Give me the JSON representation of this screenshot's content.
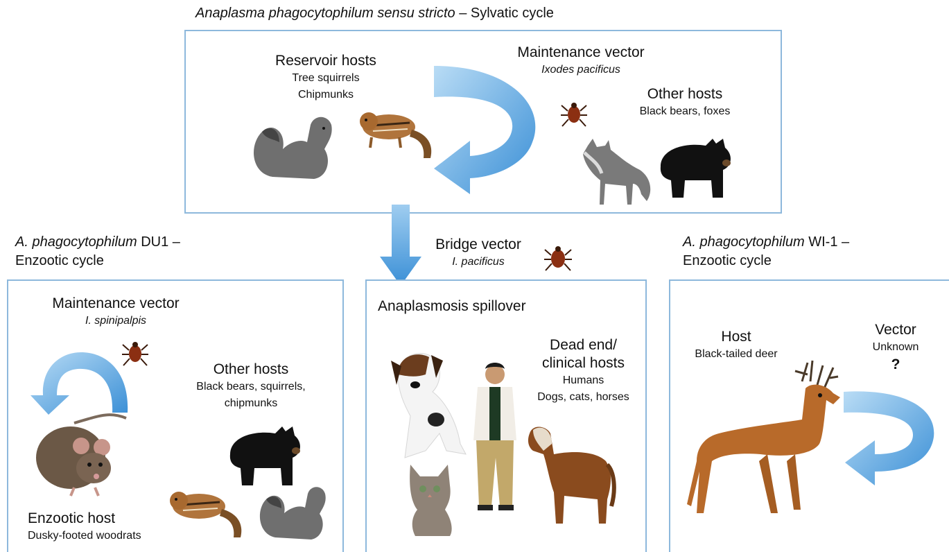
{
  "top_title": {
    "italic": "Anaplasma phagocytophilum sensu stricto",
    "rest": " – Sylvatic cycle"
  },
  "sylvatic": {
    "reservoir_heading": "Reservoir hosts",
    "reservoir_line1": "Tree squirrels",
    "reservoir_line2": "Chipmunks",
    "vector_heading": "Maintenance vector",
    "vector_name": "Ixodes pacificus",
    "other_heading": "Other hosts",
    "other_list": "Black bears, foxes"
  },
  "du1_title": {
    "italic": "A. phagocytophilum",
    "rest": " DU1 –",
    "line2": "Enzootic cycle"
  },
  "du1": {
    "vector_heading": "Maintenance vector",
    "vector_name": "I. spinipalpis",
    "other_heading": "Other hosts",
    "other_line1": "Black bears, squirrels,",
    "other_line2": "chipmunks",
    "host_heading": "Enzootic host",
    "host_name": "Dusky-footed woodrats"
  },
  "bridge": {
    "heading": "Bridge vector",
    "name": "I. pacificus"
  },
  "spillover": {
    "heading": "Anaplasmosis spillover",
    "dead_end_line1": "Dead end/",
    "dead_end_line2": "clinical hosts",
    "humans": "Humans",
    "animals": "Dogs, cats, horses"
  },
  "wi1_title": {
    "italic": "A. phagocytophilum",
    "rest": " WI-1 –",
    "line2": "Enzootic cycle"
  },
  "wi1": {
    "host_heading": "Host",
    "host_name": "Black-tailed deer",
    "vector_heading": "Vector",
    "vector_name": "Unknown",
    "question": "?"
  },
  "colors": {
    "box_border": "#8db8dc",
    "arrow_light": "#a9d3f2",
    "arrow_dark": "#3a8fd6"
  }
}
